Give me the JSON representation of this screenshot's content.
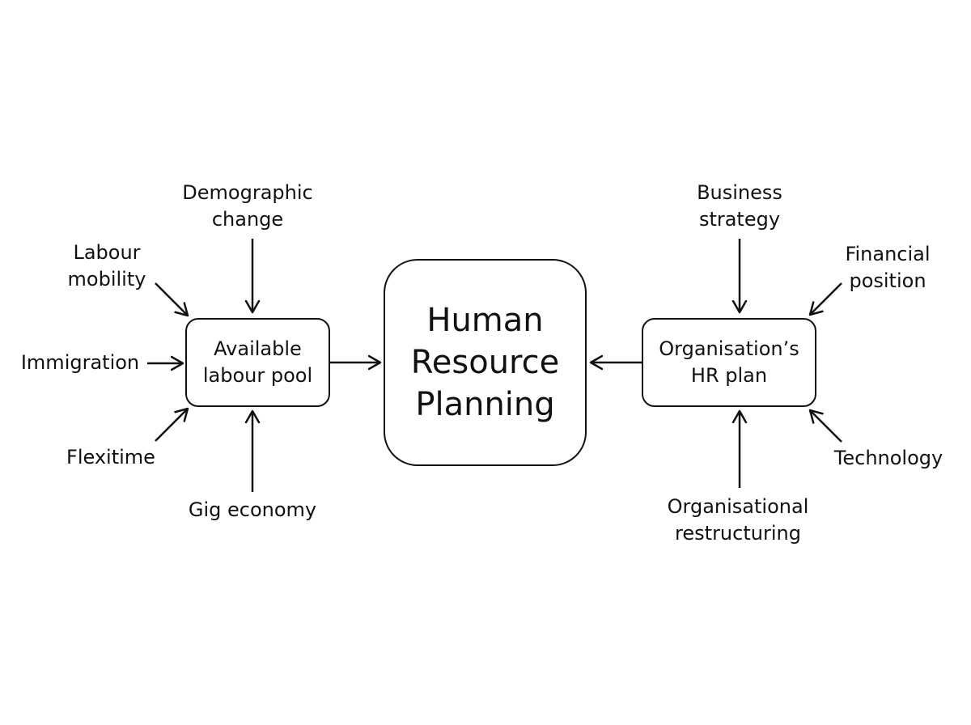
{
  "center": {
    "lines": [
      "Human",
      "Resource",
      "Planning"
    ]
  },
  "left_box": {
    "lines": [
      "Available",
      "labour pool"
    ]
  },
  "right_box": {
    "lines": [
      "Organisation’s",
      "HR plan"
    ]
  },
  "left_factors": {
    "demographic_change": [
      "Demographic",
      "change"
    ],
    "labour_mobility": [
      "Labour",
      "mobility"
    ],
    "immigration": [
      "Immigration"
    ],
    "flexitime": [
      "Flexitime"
    ],
    "gig_economy": [
      "Gig economy"
    ]
  },
  "right_factors": {
    "business_strategy": [
      "Business",
      "strategy"
    ],
    "financial_position": [
      "Financial",
      "position"
    ],
    "technology": [
      "Technology"
    ],
    "organisational_restructuring": [
      "Organisational",
      "restructuring"
    ]
  },
  "colors": {
    "stroke": "#111111",
    "background": "#ffffff"
  }
}
